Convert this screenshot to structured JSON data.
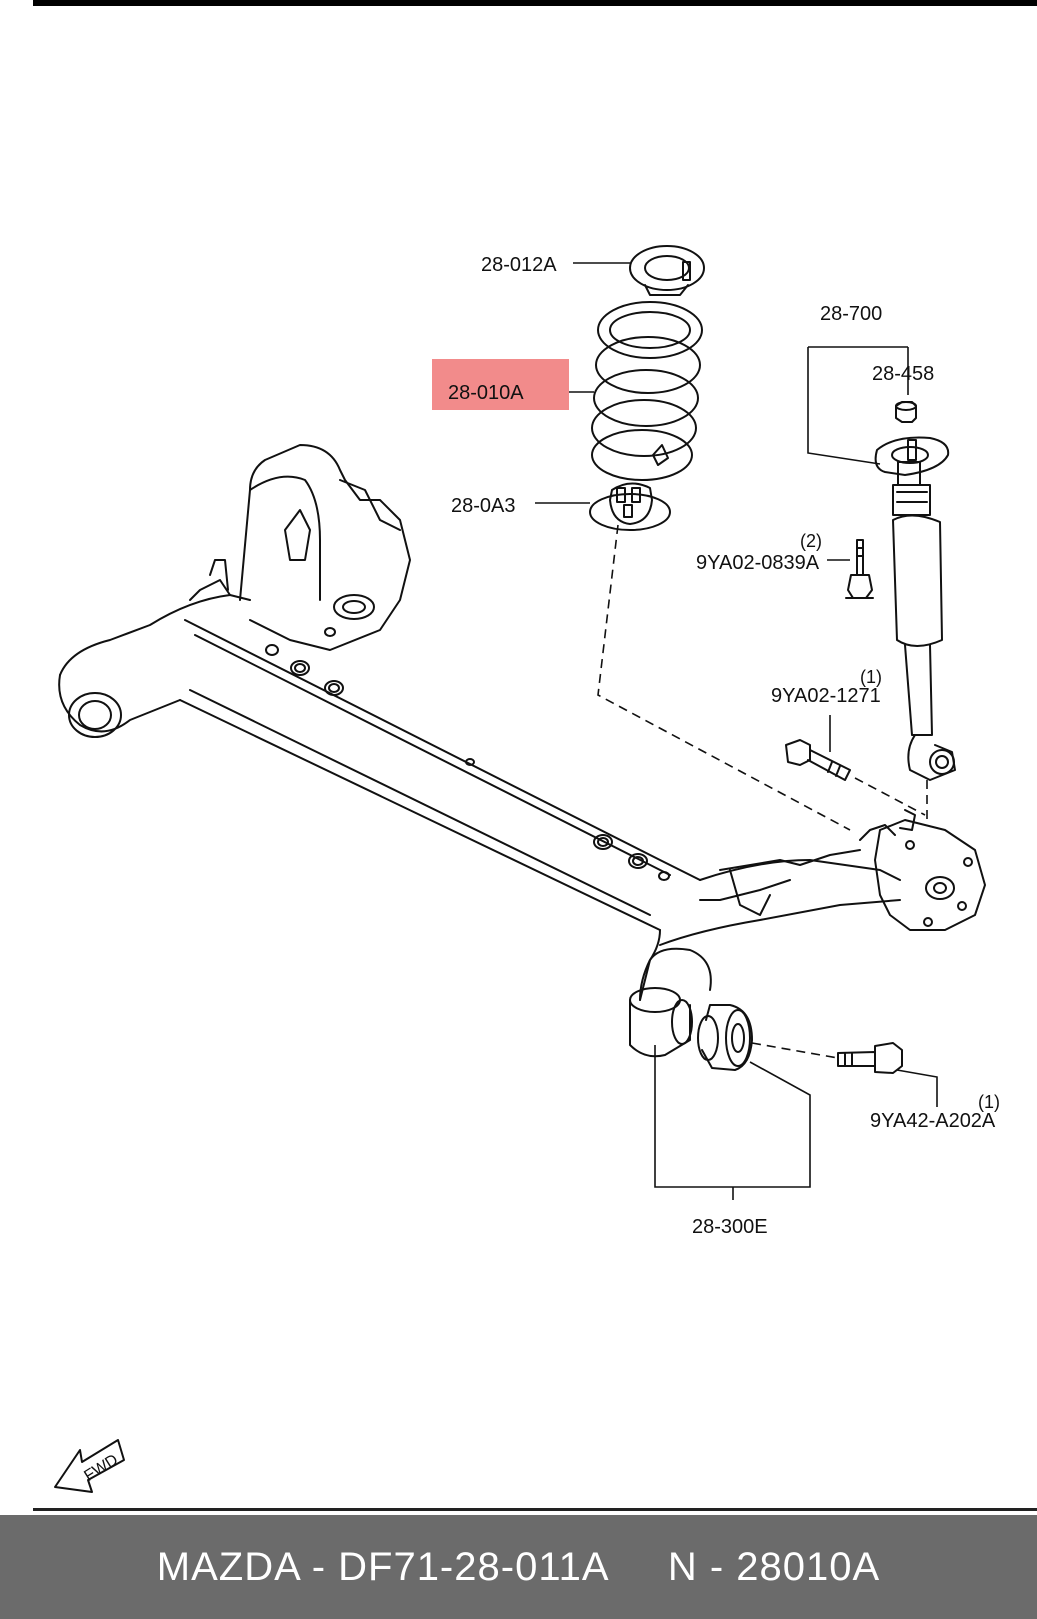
{
  "labels": {
    "spring_seat_upper": "28-012A",
    "coil_spring": "28-010A",
    "spring_seat_lower": "28-0A3",
    "shock_absorber": "28-700",
    "nut": "28-458",
    "shock_bolt": "9YA02-0839A",
    "shock_bolt_qty": "(2)",
    "lower_bolt": "9YA02-1271",
    "lower_bolt_qty": "(1)",
    "bushing_bolt": "9YA42-A202A",
    "bushing_bolt_qty": "(1)",
    "bushing": "28-300E"
  },
  "fwd_label": "FWD",
  "highlight_color": "#f28b8b",
  "footer": {
    "text": "MAZDA - DF71-28-011A     N - 28010A"
  }
}
